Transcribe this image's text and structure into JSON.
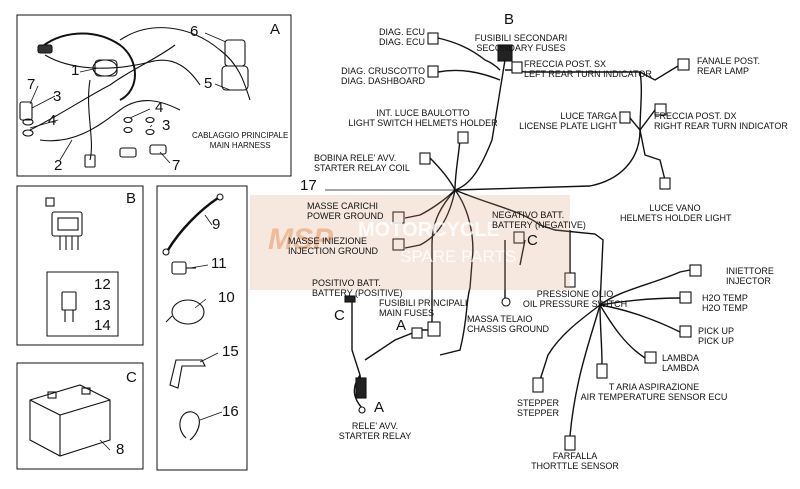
{
  "panels": {
    "a_title": "A",
    "b_title": "B",
    "c_title": "C",
    "main_harness": [
      "CABLAGGIO PRINCIPALE",
      "MAIN HARNESS"
    ],
    "part_numbers": [
      "1",
      "2",
      "3",
      "3",
      "4",
      "4",
      "5",
      "6",
      "7",
      "7",
      "8",
      "9",
      "10",
      "11",
      "12",
      "13",
      "14",
      "15",
      "16",
      "17"
    ]
  },
  "diagram": {
    "connector_b_letter": "B",
    "fuse_a_letter": "A",
    "relay_a_letter": "A",
    "c_left_letter": "C",
    "c_right_letter": "C",
    "labels": {
      "diag_ecu": [
        "DIAG. ECU",
        "DIAG. ECU"
      ],
      "diag_dash": [
        "DIAG. CRUSCOTTO",
        "DIAG. DASHBOARD"
      ],
      "sec_fuses": [
        "FUSIBILI SECONDARI",
        "SECONDARY FUSES"
      ],
      "left_turn": [
        "FRECCIA POST. SX",
        "LEFT REAR TURN INDICATOR"
      ],
      "rear_lamp": [
        "FANALE POST.",
        "REAR LAMP"
      ],
      "light_switch": [
        "INT. LUCE BAULOTTO",
        "LIGHT SWITCH HELMETS HOLDER"
      ],
      "plate_light": [
        "LUCE TARGA",
        "LICENSE PLATE LIGHT"
      ],
      "right_turn": [
        "FRECCIA POST. DX",
        "RIGHT REAR TURN INDICATOR"
      ],
      "relay_coil": [
        "BOBINA RELE' AVV.",
        "STARTER RELAY COIL"
      ],
      "helmets_light": [
        "LUCE VANO",
        "HELMETS HOLDER LIGHT"
      ],
      "power_ground": [
        "MASSE CARICHI",
        "POWER GROUND"
      ],
      "neg_batt": [
        "NEGATIVO BATT.",
        "BATTERY (NEGATIVE)"
      ],
      "inj_ground": [
        "MASSE INIEZIONE",
        "INJECTION GROUND"
      ],
      "injector": [
        "INIETTORE",
        "INJECTOR"
      ],
      "h2o_temp": [
        "H2O TEMP",
        "H2O TEMP"
      ],
      "oil_pressure": [
        "PRESSIONE OLIO",
        "OIL PRESSURE SWITCH"
      ],
      "pos_batt": [
        "POSITIVO BATT.",
        "BATTERY (POSITIVE)"
      ],
      "main_fuses": [
        "FUSIBILI PRINCIPALI",
        "MAIN FUSES"
      ],
      "pick_up": [
        "PICK UP",
        "PICK UP"
      ],
      "chassis_ground": [
        "MASSA TELAIO",
        "CHASSIS GROUND"
      ],
      "lambda": [
        "LAMBDA",
        "LAMBDA"
      ],
      "stepper": [
        "STEPPER",
        "STEPPER"
      ],
      "air_temp": [
        "T ARIA ASPIRAZIONE",
        "AIR TEMPERATURE SENSOR ECU"
      ],
      "starter_relay": [
        "RELE' AVV.",
        "STARTER RELAY"
      ],
      "throttle": [
        "FARFALLA",
        "THORTTLE SENSOR"
      ]
    }
  },
  "watermark": {
    "logo": "MSP",
    "line1": "MOTORCYCLE",
    "line2": "SPARE PARTS"
  }
}
